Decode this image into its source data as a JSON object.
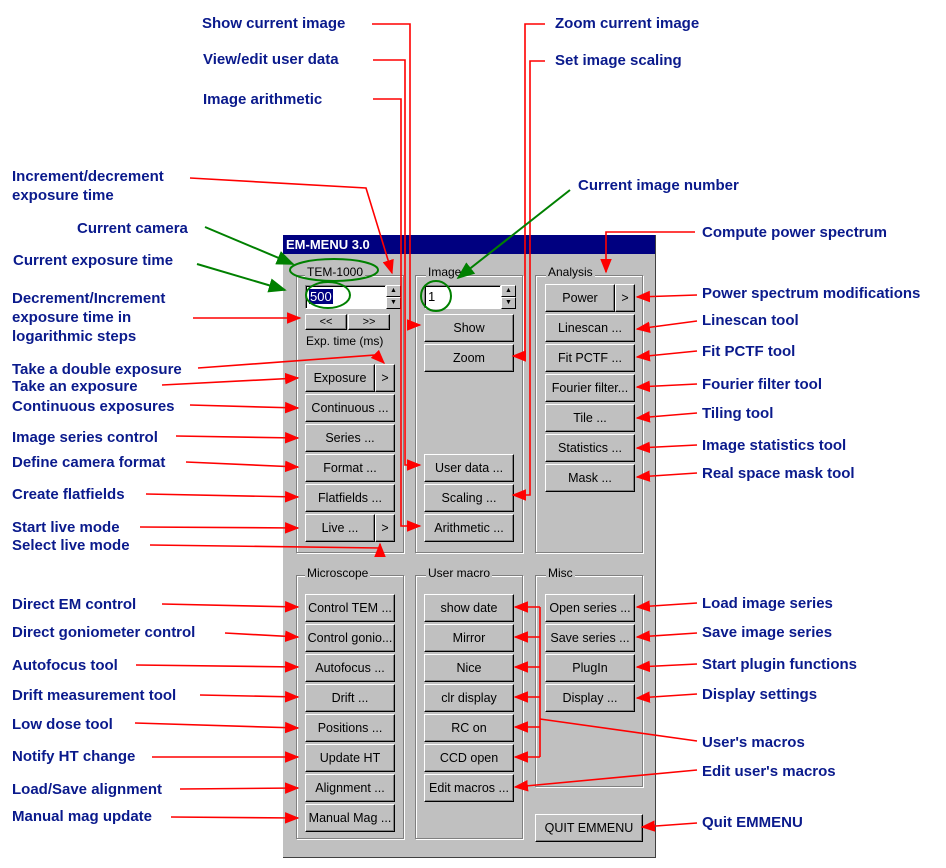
{
  "window": {
    "title": "EM-MENU 3.0"
  },
  "camera_group": {
    "label": "TEM-1000",
    "exposure_value": "500",
    "dec_label": "<<",
    "inc_label": ">>",
    "exp_time_label": "Exp. time (ms)",
    "exposure": "Exposure",
    "continuous": "Continuous ...",
    "series": "Series ...",
    "format": "Format ...",
    "flatfields": "Flatfields ...",
    "live": "Live ...",
    "arrow": ">"
  },
  "image_group": {
    "label": "Image",
    "image_number": "1",
    "show": "Show",
    "zoom": "Zoom",
    "user_data": "User data ...",
    "scaling": "Scaling ...",
    "arithmetic": "Arithmetic ..."
  },
  "analysis_group": {
    "label": "Analysis",
    "power": "Power",
    "arrow": ">",
    "linescan": "Linescan ...",
    "fit_pctf": "Fit PCTF ...",
    "fourier": "Fourier filter...",
    "tile": "Tile ...",
    "statistics": "Statistics ...",
    "mask": "Mask ..."
  },
  "microscope_group": {
    "label": "Microscope",
    "control_tem": "Control TEM ...",
    "control_gonio": "Control gonio...",
    "autofocus": "Autofocus ...",
    "drift": "Drift ...",
    "positions": "Positions ...",
    "update_ht": "Update HT",
    "alignment": "Alignment ...",
    "manual_mag": "Manual Mag ..."
  },
  "macro_group": {
    "label": "User macro",
    "show_date": "show date",
    "mirror": "Mirror",
    "nice": "Nice",
    "clr_display": "clr display",
    "rc_on": "RC on",
    "ccd_open": "CCD open",
    "edit_macros": "Edit macros ..."
  },
  "misc_group": {
    "label": "Misc",
    "open_series": "Open series ...",
    "save_series": "Save series ...",
    "plugin": "PlugIn",
    "display": "Display ...",
    "quit": "QUIT  EMMENU"
  },
  "annotations": {
    "show_current_image": "Show current image",
    "view_edit_user_data": "View/edit user data",
    "image_arithmetic": "Image arithmetic",
    "zoom_current_image": "Zoom current image",
    "set_image_scaling": "Set image scaling",
    "incdec_1": "Increment/decrement",
    "incdec_2": "exposure time",
    "current_image_number": "Current image number",
    "current_camera": "Current camera",
    "current_exposure_time": "Current exposure time",
    "compute_power_spectrum": "Compute power spectrum",
    "declog_1": "Decrement/Increment",
    "declog_2": "exposure time in",
    "declog_3": "logarithmic steps",
    "power_mods": "Power spectrum modifications",
    "linescan_tool": "Linescan tool",
    "fit_pctf_tool": "Fit PCTF tool",
    "double_exposure": "Take a double exposure",
    "take_exposure": "Take an exposure",
    "fourier_filter_tool": "Fourier filter tool",
    "continuous_exposures": "Continuous exposures",
    "tiling_tool": "Tiling tool",
    "image_series_control": "Image series control",
    "image_statistics_tool": "Image statistics tool",
    "define_camera_format": "Define camera format",
    "real_space_mask_tool": "Real space mask tool",
    "create_flatfields": "Create flatfields",
    "start_live_mode": "Start live mode",
    "select_live_mode": "Select live mode",
    "direct_em_control": "Direct EM control",
    "load_image_series": "Load image series",
    "direct_gonio_control": "Direct goniometer control",
    "save_image_series": "Save image series",
    "autofocus_tool": "Autofocus tool",
    "start_plugin": "Start plugin functions",
    "drift_tool": "Drift measurement tool",
    "display_settings": "Display settings",
    "low_dose_tool": "Low dose tool",
    "users_macros": "User's macros",
    "notify_ht": "Notify HT change",
    "edit_users_macros": "Edit user's macros",
    "load_save_alignment": "Load/Save alignment",
    "manual_mag_update": "Manual mag update",
    "quit_emmenu": "Quit EMMENU"
  },
  "colors": {
    "annotation_text": "#0a1a8c",
    "arrow_red": "#ff0000",
    "arrow_green": "#008000",
    "titlebar": "#000080",
    "dialog_face": "#c0c0c0"
  }
}
